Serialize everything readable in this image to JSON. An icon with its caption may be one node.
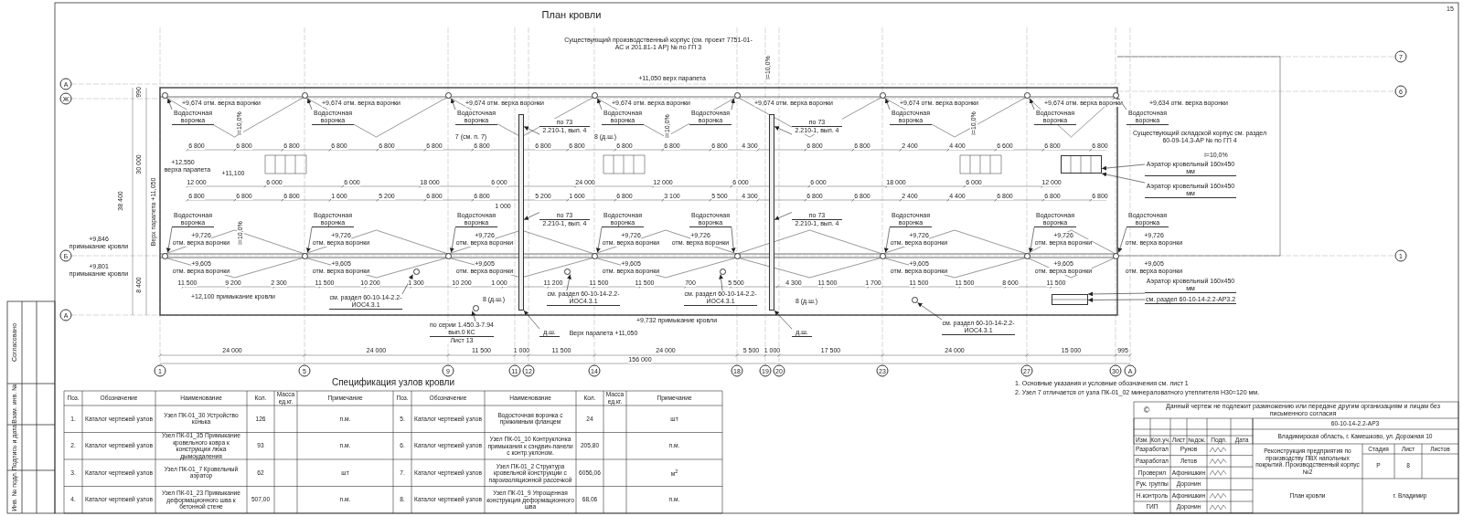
{
  "diagram": {
    "title": "План кровли",
    "nodes": [
      {
        "text": [
          "Водосточная воронка"
        ]
      },
      {
        "text": [
          "Водосточная воронка"
        ]
      },
      {
        "text": [
          "Водосточная воронка"
        ]
      },
      {
        "text": [
          "Водосточная воронка"
        ]
      },
      {
        "text": [
          "Водосточная воронка"
        ]
      },
      {
        "text": [
          "Водосточная воронка"
        ]
      },
      {
        "text": [
          "Водосточная воронка"
        ]
      },
      {
        "text": [
          "Водосточная воронка"
        ]
      },
      {
        "text": [
          "по 73",
          "2.210-1, вып. 4"
        ]
      },
      {
        "text": [
          "по 73",
          "2.210-1, вып. 4"
        ]
      },
      {
        "text": [
          "Аэратор кровельный 160x450 мм"
        ]
      },
      {
        "text": [
          "Аэратор кровельный 160x450 мм"
        ]
      },
      {
        "text": [
          "Аэратор кровельный 160x450 мм"
        ]
      },
      {
        "text": [
          "Водосточная воронка"
        ]
      },
      {
        "text": [
          "Водосточная воронка"
        ]
      },
      {
        "text": [
          "Водосточная воронка"
        ]
      },
      {
        "text": [
          "Водосточная воронка"
        ]
      },
      {
        "text": [
          "Водосточная воронка"
        ]
      },
      {
        "text": [
          "Водосточная воронка"
        ]
      },
      {
        "text": [
          "Водосточная воронка"
        ]
      },
      {
        "text": [
          "Водосточная воронка"
        ]
      },
      {
        "text": [
          "по 73",
          "2.210-1, вып. 4"
        ]
      },
      {
        "text": [
          "по 73",
          "2.210-1, вып. 4"
        ]
      },
      {
        "text": [
          "см. раздел 60-10-14-2.2-ИОС4.3.1"
        ]
      },
      {
        "text": [
          "см. раздел 60-10-14-2.2-ИОС4.3.1"
        ]
      },
      {
        "text": [
          "см. раздел 60-10-14-2.2-ИОС4.3.1"
        ]
      },
      {
        "text": [
          "см. раздел 60-10-14-2.2-ИОС4.3.1"
        ]
      },
      {
        "text": [
          "см. раздел 60-10-14-2.2-АР3.2"
        ]
      },
      {
        "text": [
          "по серии 1.450.3-7.94 вып.0 КС",
          "Лист 13"
        ]
      },
      {
        "text": [
          "д.ш."
        ]
      },
      {
        "text": [
          "д.ш."
        ]
      },
      {
        "text": [],
        "shape": "circle"
      },
      {
        "text": [],
        "shape": "circle"
      },
      {
        "text": [],
        "shape": "circle"
      },
      {
        "text": [],
        "shape": "circle"
      },
      {
        "text": [],
        "shape": "circle"
      },
      {
        "text": [],
        "shape": "circle"
      },
      {
        "text": [],
        "shape": "circle"
      },
      {
        "text": [],
        "shape": "circle"
      },
      {
        "text": [],
        "shape": "circle"
      },
      {
        "text": [],
        "shape": "circle"
      },
      {
        "text": [],
        "shape": "circle"
      },
      {
        "text": [],
        "shape": "circle"
      },
      {
        "text": [],
        "shape": "circle"
      },
      {
        "text": [],
        "shape": "circle"
      },
      {
        "text": [],
        "shape": "circle"
      },
      {
        "text": [],
        "shape": "circle"
      },
      {
        "text": [],
        "shape": "bar"
      },
      {
        "text": [],
        "shape": "bar"
      },
      {
        "text": [],
        "shape": "circle"
      },
      {
        "text": [],
        "shape": "circle"
      },
      {
        "text": [],
        "shape": "circle"
      },
      {
        "text": [],
        "shape": "circle"
      },
      {
        "text": [],
        "shape": "circle"
      },
      {
        "text": [],
        "shape": "box"
      },
      {
        "text": [],
        "shape": "box"
      }
    ],
    "edges": [
      {
        "from": 0,
        "to": 31,
        "arrow": "to"
      },
      {
        "from": 1,
        "to": 32,
        "arrow": "to"
      },
      {
        "from": 2,
        "to": 33,
        "arrow": "to"
      },
      {
        "from": 3,
        "to": 34,
        "arrow": "to"
      },
      {
        "from": 4,
        "to": 35,
        "arrow": "to"
      },
      {
        "from": 5,
        "to": 36,
        "arrow": "to"
      },
      {
        "from": 6,
        "to": 37,
        "arrow": "to"
      },
      {
        "from": 7,
        "to": 38,
        "arrow": "to"
      },
      {
        "from": 8,
        "to": 47,
        "arrow": "to"
      },
      {
        "from": 9,
        "to": 48,
        "arrow": "to"
      },
      {
        "from": 10,
        "to": 54,
        "arrow": "to"
      },
      {
        "from": 11,
        "to": 54,
        "arrow": "to"
      },
      {
        "from": 12,
        "to": 55,
        "arrow": "to"
      },
      {
        "from": 13,
        "to": 39,
        "arrow": "to"
      },
      {
        "from": 14,
        "to": 40,
        "arrow": "to"
      },
      {
        "from": 15,
        "to": 41,
        "arrow": "to"
      },
      {
        "from": 16,
        "to": 42,
        "arrow": "to"
      },
      {
        "from": 17,
        "to": 43,
        "arrow": "to"
      },
      {
        "from": 18,
        "to": 44,
        "arrow": "to"
      },
      {
        "from": 19,
        "to": 45,
        "arrow": "to"
      },
      {
        "from": 20,
        "to": 46,
        "arrow": "to"
      },
      {
        "from": 21,
        "to": 47,
        "arrow": "to"
      },
      {
        "from": 22,
        "to": 48,
        "arrow": "to"
      },
      {
        "from": 23,
        "to": 49,
        "arrow": "to"
      },
      {
        "from": 24,
        "to": 50,
        "arrow": "to"
      },
      {
        "from": 25,
        "to": 51,
        "arrow": "to"
      },
      {
        "from": 26,
        "to": 52,
        "arrow": "to"
      },
      {
        "from": 27,
        "to": 55,
        "arrow": "to"
      },
      {
        "from": 28,
        "to": 53,
        "arrow": "to"
      },
      {
        "from": 29,
        "to": 47,
        "arrow": "to"
      },
      {
        "from": 30,
        "to": 48,
        "arrow": "to"
      }
    ],
    "labels": [
      "15",
      "Существующий производственный корпус (см. проект 7751-01-АС и 201.81-1 АР) № по ГП 3",
      "i=10,0%",
      "+11,050 верх парапета",
      "+9,674 отм. верха воронки",
      "+9,674 отм. верха воронки",
      "+9,674 отм. верха воронки",
      "+9,674 отм. верха воронки",
      "+9,674 отм. верха воронки",
      "+9,674 отм. верха воронки",
      "+9,674 отм. верха воронки",
      "+9,634 отм. верха воронки",
      "Существующий складской корпус см. раздел 60-09-14.3-АР № по ГП 4",
      "i=10,0%",
      "i=10,0%",
      "i=10,0%",
      "i=10,0%",
      "7 (см. п. 7)",
      "8 (д.ш.)",
      "6 800",
      "6 800",
      "6 800",
      "6 800",
      "6 800",
      "6 800",
      "6 800",
      "6 800",
      "6 800",
      "6 800",
      "6 800",
      "6 800",
      "4 300",
      "6 800",
      "6 800",
      "2 400",
      "4 400",
      "6 600",
      "6 800",
      "6 800",
      "+12,550",
      "верха парапета",
      "+11,100",
      "12 000",
      "6 000",
      "6 000",
      "18 000",
      "6 000",
      "24 000",
      "12 000",
      "6 000",
      "6 000",
      "18 000",
      "6 000",
      "12 000",
      "6 800",
      "6 800",
      "6 800",
      "1 600",
      "5 200",
      "6 800",
      "6 800",
      "5 200",
      "1 600",
      "6 800",
      "3 100",
      "5 500",
      "4 300",
      "6 800",
      "6 800",
      "2 400",
      "4 400",
      "6 800",
      "6 800",
      "6 800",
      "1 000",
      "Верх парапета +11,050",
      "38 400",
      "30 000",
      "8 400",
      "990",
      "i=10,0%",
      "+9,846",
      "примыкание кровли",
      "+9,801",
      "примыкание кровли",
      "+9,726",
      "отм. верха воронки",
      "+9,726",
      "отм. верха воронки",
      "+9,726",
      "отм. верха воронки",
      "+9,726",
      "отм. верха воронки",
      "+9,726",
      "отм. верха воронки",
      "+9,726",
      "отм. верха воронки",
      "+9,726",
      "отм. верха воронки",
      "+9,726",
      "отм. верха воронки",
      "+12,100 примыкание кровли",
      "+9,605",
      "отм. верха воронки",
      "+9,605",
      "отм. верха воронки",
      "+9,605",
      "отм. верха воронки",
      "+9,605",
      "отм. верха воронки",
      "+9,605",
      "отм. верха воронки",
      "+9,605",
      "отм. верха воронки",
      "+9,605",
      "отм. верха воронки",
      "11 500",
      "9 200",
      "2 300",
      "11 500",
      "10 200",
      "1 300",
      "10 200",
      "1 000",
      "11 200",
      "11 500",
      "11 500",
      "700",
      "5 500",
      "4 300",
      "11 500",
      "1 700",
      "11 500",
      "11 500",
      "8 600",
      "11 500",
      "8 (д.ш.)",
      "8 (д.ш.)",
      "+9,732 примыкание кровли",
      "Верх парапета +11,050",
      "А",
      "Ж",
      "Б",
      "А",
      "7",
      "6",
      "1",
      "1",
      "5",
      "9",
      "11",
      "12",
      "14",
      "18",
      "19",
      "20",
      "23",
      "27",
      "30",
      "А",
      "24 000",
      "24 000",
      "11 500",
      "1 000",
      "11 500",
      "24 000",
      "5 500",
      "1 000",
      "17 500",
      "24 000",
      "15 000",
      "995",
      "156 000",
      "Спецификация узлов кровли",
      "Поз.",
      "Обозначение",
      "Наименование",
      "Кол.",
      "Масса ед.кг.",
      "Примечание",
      "Поз.",
      "Обозначение",
      "Наименование",
      "Кол.",
      "Масса ед.кг.",
      "Примечание",
      "1.",
      "Каталог чертежей узлов",
      "Узел ПК-01_30 Устройство конька",
      "126",
      "п.м.",
      "5.",
      "Каталог чертежей узлов",
      "Водосточная воронка с прижимным фланцем",
      "24",
      "шт",
      "2.",
      "Каталог чертежей узлов",
      "Узел ПК-01_35 Примыкание кровельного ковра к конструкции люка дымоудаления",
      "93",
      "п.м.",
      "6.",
      "Каталог чертежей узлов",
      "Узел ПК-01_10 Контруклонка примыкания к сэндвич-панели с контр.уклоном.",
      "205,80",
      "п.м.",
      "3.",
      "Каталог чертежей узлов",
      "Узел ПК-01_7 Кровельный аэратор",
      "62",
      "шт",
      "7.",
      "Каталог чертежей узлов",
      "Узел ПК-01_2 Структура кровельной конструкции с пароизоляционной рассечкой",
      "6056,06",
      "м$^{2}$",
      "4.",
      "Каталог чертежей узлов",
      "Узел ПК-01_23 Примыкание деформационного шва к бетонной стене",
      "507,00",
      "п.м.",
      "8.",
      "Каталог чертежей узлов",
      "Узел ПК-01_9 Упрощенная конструкция деформационного шва",
      "68,06",
      "п.м.",
      "1. Основные указания и условные обозначения см. лист 1",
      "2. Узел 7 отличается от узла ПК-01_02 минераловатного утеплителя Н30=120 мм.",
      "©",
      "Данный чертеж не подлежит размножению или передаче другим организациям и лицам без письменного согласия",
      "60-10-14-2.2-АР3",
      "Изм.",
      "Кол.уч.",
      "Лист",
      "№док.",
      "Подп.",
      "Дата",
      "Владимирская область, г. Камешково, ул. Дорожная 10",
      "Разработал",
      "Рунов",
      "Разработал",
      "Летов",
      "Проверил",
      "Афонишкин",
      "Рук. группы",
      "Доронин",
      "Н.контроль",
      "Афонишкин",
      "ГИП",
      "Доронин",
      "Реконструкция предприятия по производству ПВХ напольных покрытий. Производственный корпус №2",
      "Стадия",
      "Лист",
      "Листов",
      "Р",
      "8",
      "План кровли",
      "г. Владимир",
      "Согласовано",
      "Взам. инв. №",
      "Подпись и дата",
      "Инв. № подл."
    ]
  }
}
